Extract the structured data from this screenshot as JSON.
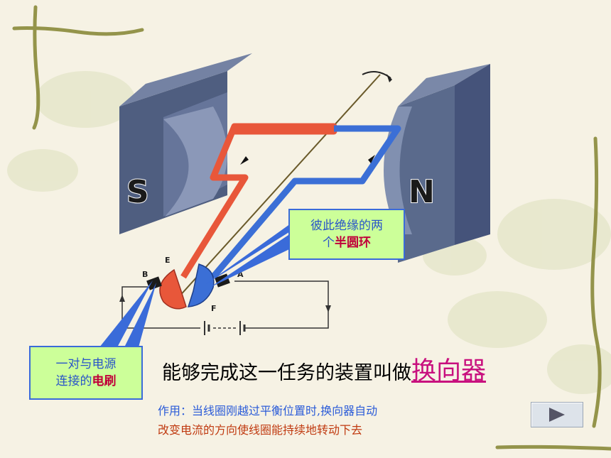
{
  "magnet": {
    "south_label": "S",
    "north_label": "N"
  },
  "terminals": {
    "e": "E",
    "b": "B",
    "a": "A",
    "f": "F"
  },
  "callout_rings": {
    "line1": "彼此绝缘的两",
    "line2_prefix": "个",
    "line2_highlight": "半圆环"
  },
  "callout_brush": {
    "line1": "一对与电源",
    "line2_prefix": "连接的",
    "line2_highlight": "电刷"
  },
  "main_sentence": {
    "text": "能够完成这一任务的装置叫做",
    "key_term": "换向器"
  },
  "note": {
    "line1": "作用：当线圈刚越过平衡位置时,换向器自动",
    "line2": "改变电流的方向使线圈能持续地转动下去"
  },
  "colors": {
    "coil_red": "#e8573a",
    "coil_blue": "#3b6fd6",
    "magnet": "#5a6b8c",
    "callout_bg": "#ccff99",
    "key_term": "#c8107e"
  },
  "icons": {
    "next": "play-triangle-icon"
  }
}
